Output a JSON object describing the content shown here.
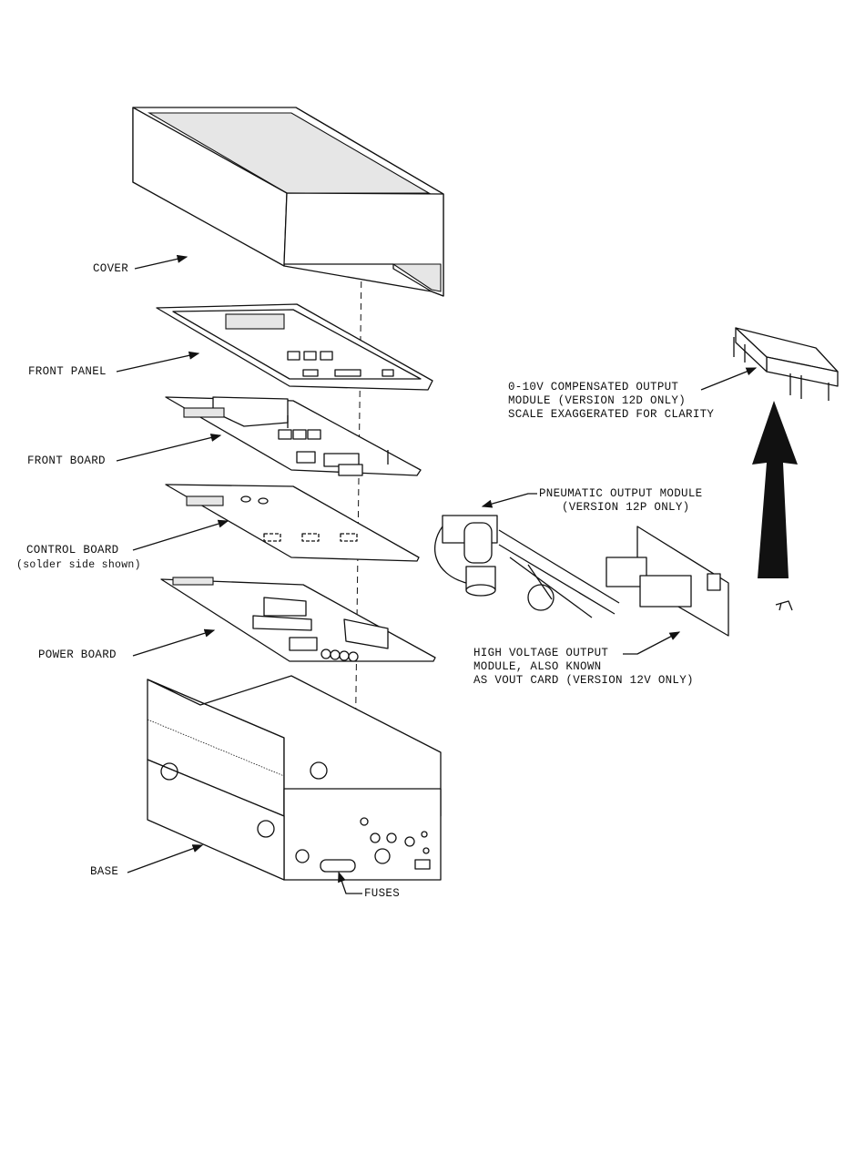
{
  "labels": {
    "cover": "COVER",
    "front_panel": "FRONT PANEL",
    "front_board": "FRONT BOARD",
    "control_board": "CONTROL BOARD",
    "control_board_note": "(solder side shown)",
    "power_board": "POWER BOARD",
    "base": "BASE",
    "fuses": "FUSES",
    "compensated_module": [
      "0-10V COMPENSATED OUTPUT",
      "MODULE (VERSION 12D ONLY)",
      "SCALE EXAGGERATED FOR CLARITY"
    ],
    "pneumatic_module": [
      "PNEUMATIC OUTPUT MODULE",
      "(VERSION 12P ONLY)"
    ],
    "hv_module": [
      "HIGH VOLTAGE OUTPUT",
      "MODULE, ALSO KNOWN",
      "AS VOUT CARD (VERSION 12V ONLY)"
    ]
  },
  "colors": {
    "ink": "#111111",
    "paper": "#ffffff"
  }
}
